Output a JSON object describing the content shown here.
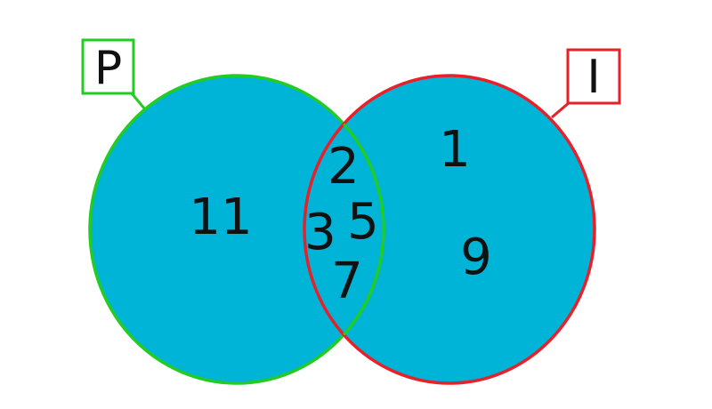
{
  "diagram": {
    "type": "venn",
    "fill_color": "#00b4d8",
    "sets": [
      {
        "id": "left",
        "label": "P",
        "color": "#22cc22"
      },
      {
        "id": "right",
        "label": "I",
        "color": "#e8202a"
      }
    ],
    "regions": {
      "left_only": [
        "11"
      ],
      "intersection": [
        "2",
        "3",
        "5",
        "7"
      ],
      "right_only": [
        "1",
        "9"
      ]
    }
  }
}
